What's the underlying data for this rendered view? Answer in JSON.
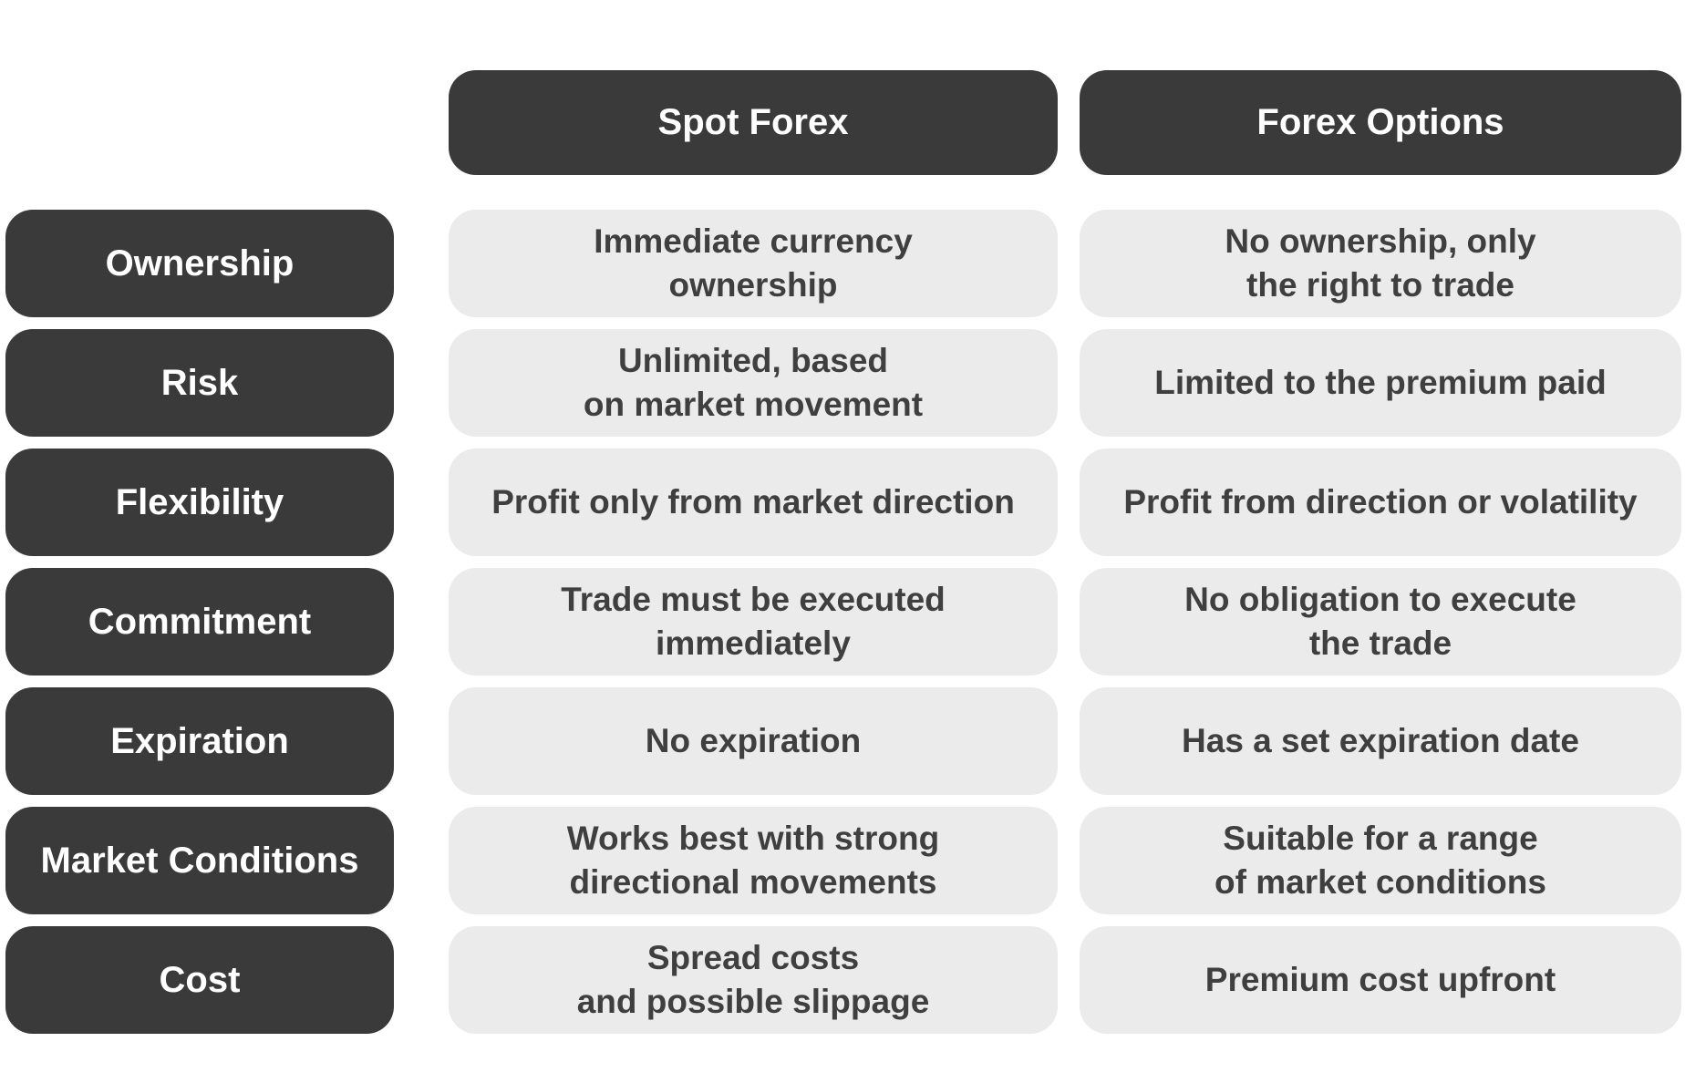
{
  "columns": {
    "spot": "Spot Forex",
    "options": "Forex Options"
  },
  "rows": [
    {
      "label": "Ownership",
      "spot": "Immediate currency\nownership",
      "options": "No ownership, only\nthe right to trade"
    },
    {
      "label": "Risk",
      "spot": "Unlimited, based\non market movement",
      "options": "Limited to the premium paid"
    },
    {
      "label": "Flexibility",
      "spot": "Profit only from market direction",
      "options": "Profit from direction or volatility"
    },
    {
      "label": "Commitment",
      "spot": "Trade must be executed\nimmediately",
      "options": "No obligation to execute\nthe trade"
    },
    {
      "label": "Expiration",
      "spot": "No expiration",
      "options": "Has a set expiration date"
    },
    {
      "label": "Market Conditions",
      "spot": "Works best with strong\ndirectional movements",
      "options": "Suitable for a range\nof market conditions"
    },
    {
      "label": "Cost",
      "spot": "Spread costs\nand possible slippage",
      "options": "Premium cost upfront"
    }
  ],
  "colors": {
    "pill_dark": "#3a3a3a",
    "cell_light": "#ebebeb",
    "text_on_dark": "#ffffff",
    "text_on_light": "#3f3f3f",
    "background": "#ffffff"
  },
  "chart_data": {
    "type": "table",
    "columns": [
      "",
      "Spot Forex",
      "Forex Options"
    ],
    "rows": [
      [
        "Ownership",
        "Immediate currency ownership",
        "No ownership, only the right to trade"
      ],
      [
        "Risk",
        "Unlimited, based on market movement",
        "Limited to the premium paid"
      ],
      [
        "Flexibility",
        "Profit only from market direction",
        "Profit from direction or volatility"
      ],
      [
        "Commitment",
        "Trade must be executed immediately",
        "No obligation to execute the trade"
      ],
      [
        "Expiration",
        "No expiration",
        "Has a set expiration date"
      ],
      [
        "Market Conditions",
        "Works best with strong directional movements",
        "Suitable for a range of market conditions"
      ],
      [
        "Cost",
        "Spread costs and possible slippage",
        "Premium cost upfront"
      ]
    ]
  }
}
